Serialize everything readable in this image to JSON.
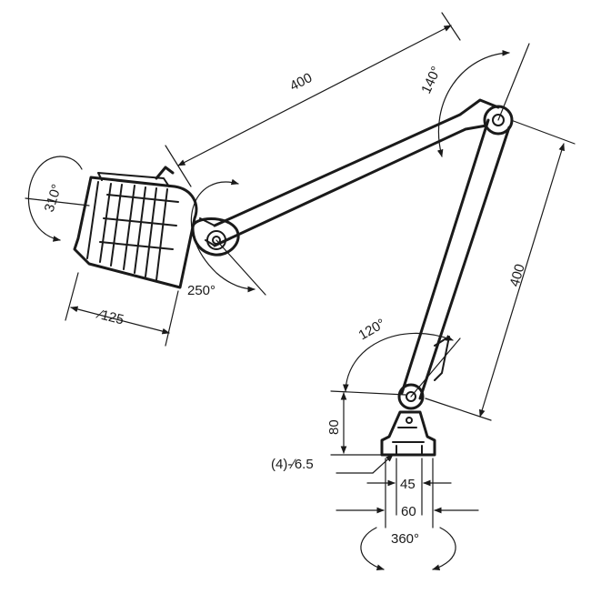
{
  "labels": {
    "upper_arm_length": "400",
    "lower_arm_length": "400",
    "elbow_angle": "140°",
    "head_rotation": "310°",
    "head_tilt": "250°",
    "head_width": "∕125",
    "base_angle": "120°",
    "base_height": "80",
    "mount_holes": "(4)-∕6.5",
    "hole_spacing": "45",
    "base_width": "60",
    "base_rotation": "360°"
  },
  "colors": {
    "ink": "#1a1a1a",
    "paper": "#ffffff"
  }
}
